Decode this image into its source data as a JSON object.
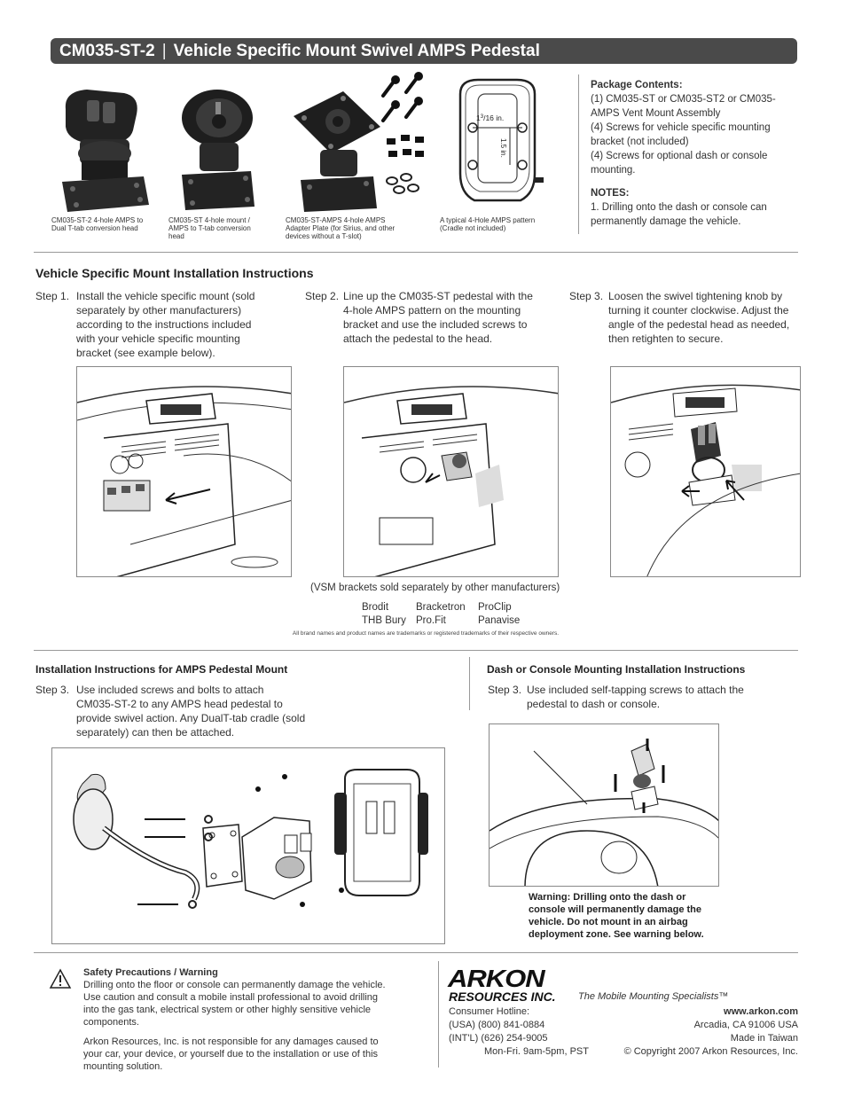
{
  "header": {
    "model": "CM035-ST-2",
    "separator": "|",
    "title": "Vehicle Specific Mount Swivel AMPS Pedestal"
  },
  "products": [
    {
      "caption_line1": "CM035-ST-2 4-hole AMPS to",
      "caption_line2": "Dual T-tab conversion head",
      "caption_line3": ""
    },
    {
      "caption_line1": "CM035-ST 4-hole mount /",
      "caption_line2": "AMPS to T-tab conversion",
      "caption_line3": "head"
    },
    {
      "caption_line1": "CM035-ST-AMPS 4-hole AMPS",
      "caption_line2": "Adapter Plate (for Sirius, and other",
      "caption_line3": "devices without a T-slot)"
    },
    {
      "caption_line1": "A typical 4-Hole AMPS pattern",
      "caption_line2": "(Cradle not included)",
      "caption_line3": ""
    }
  ],
  "pattern_labels": {
    "width_whole": "1",
    "width_frac_num": "3",
    "width_frac_den": "/16 in.",
    "height": "1.5 in."
  },
  "package": {
    "heading": "Package Contents:",
    "lines": [
      "(1) CM035-ST or CM035-ST2 or CM035-",
      "AMPS Vent Mount Assembly",
      "(4) Screws for vehicle specific mounting",
      "bracket (not included)",
      "(4) Screws for optional dash or console",
      "mounting."
    ],
    "notes_heading": "NOTES:",
    "notes": [
      "1. Drilling onto the dash or console can",
      "permanently damage the vehicle."
    ]
  },
  "vsm": {
    "title": "Vehicle Specific Mount Installation Instructions",
    "steps": [
      {
        "label": "Step 1.",
        "lines": [
          "Install the vehicle specific mount (sold",
          "separately by other manufacturers)",
          "according to the instructions included",
          "with your vehicle specific mounting",
          "bracket (see example below)."
        ]
      },
      {
        "label": "Step 2.",
        "lines": [
          "Line up the CM035-ST pedestal with the",
          "4-hole AMPS pattern on the mounting",
          "bracket and use the included screws to",
          "attach the pedestal to the head."
        ]
      },
      {
        "label": "Step 3.",
        "lines": [
          "Loosen the swivel tightening knob by",
          "turning it counter clockwise. Adjust the",
          "angle of the pedestal head as needed,",
          "then retighten  to secure."
        ]
      }
    ],
    "brackets_note": "(VSM brackets sold separately by other manufacturers)",
    "brands_row1": [
      "Brodit",
      "Bracketron",
      "ProClip"
    ],
    "brands_row2": [
      "THB Bury",
      "Pro.Fit",
      "Panavise"
    ],
    "trademark": "All brand names and product names are trademarks or registered trademarks of their respective owners."
  },
  "amps": {
    "title": "Installation Instructions for AMPS Pedestal Mount",
    "step_label": "Step 3.",
    "lines": [
      "Use included screws and bolts to attach",
      "CM035-ST-2 to any AMPS head pedestal to",
      "provide swivel action. Any DualT-tab cradle (sold",
      "separately) can then be attached."
    ]
  },
  "dash": {
    "title": "Dash or Console Mounting Installation Instructions",
    "step_label": "Step 3.",
    "lines": [
      "Use included self-tapping screws to attach the",
      "pedestal to dash or console."
    ],
    "warning": [
      "Warning: Drilling onto the dash or",
      "console will permanently damage the",
      "vehicle. Do not mount in an airbag",
      "deployment zone. See warning below."
    ]
  },
  "safety": {
    "heading": "Safety Precautions / Warning",
    "para1": [
      "Drilling onto the floor or console can permanently damage the vehicle.",
      "Use caution and consult a mobile install professional to avoid drilling",
      "into the gas tank, electrical system or other highly sensitive vehicle",
      "components."
    ],
    "para2": [
      "Arkon Resources, Inc. is not responsible for any damages caused to",
      "your car, your device, or yourself due to the installation or use of this",
      "mounting solution."
    ]
  },
  "brand": {
    "logo": "ARKON",
    "logo_sub": "RESOURCES INC.",
    "tagline": "The Mobile Mounting Specialists™",
    "hotline_label": "Consumer Hotline:",
    "usa": "(USA)   (800) 841-0884",
    "intl": "(INT'L)  (626) 254-9005",
    "hours": "Mon-Fri. 9am-5pm, PST",
    "website": "www.arkon.com",
    "city": "Arcadia, CA 91006 USA",
    "made": "Made in Taiwan",
    "copyright": "© Copyright 2007 Arkon Resources, Inc."
  }
}
